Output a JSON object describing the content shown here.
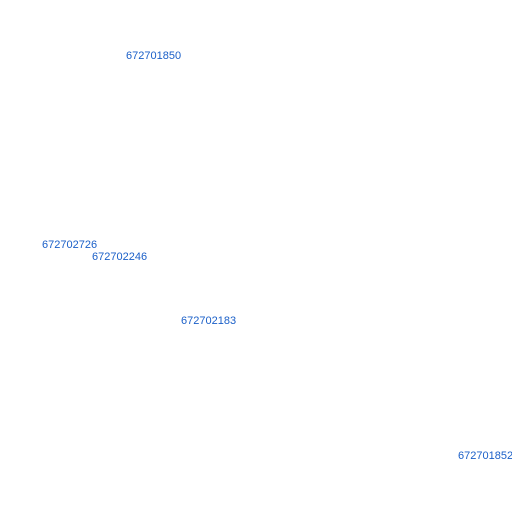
{
  "theme": {
    "link_color": "#1a5fc8",
    "background": "#ffffff"
  },
  "parcel_labels": [
    {
      "text": "672701850"
    },
    {
      "text": "672702726"
    },
    {
      "text": "672702246"
    },
    {
      "text": "672702183"
    },
    {
      "text": "672701852"
    }
  ]
}
